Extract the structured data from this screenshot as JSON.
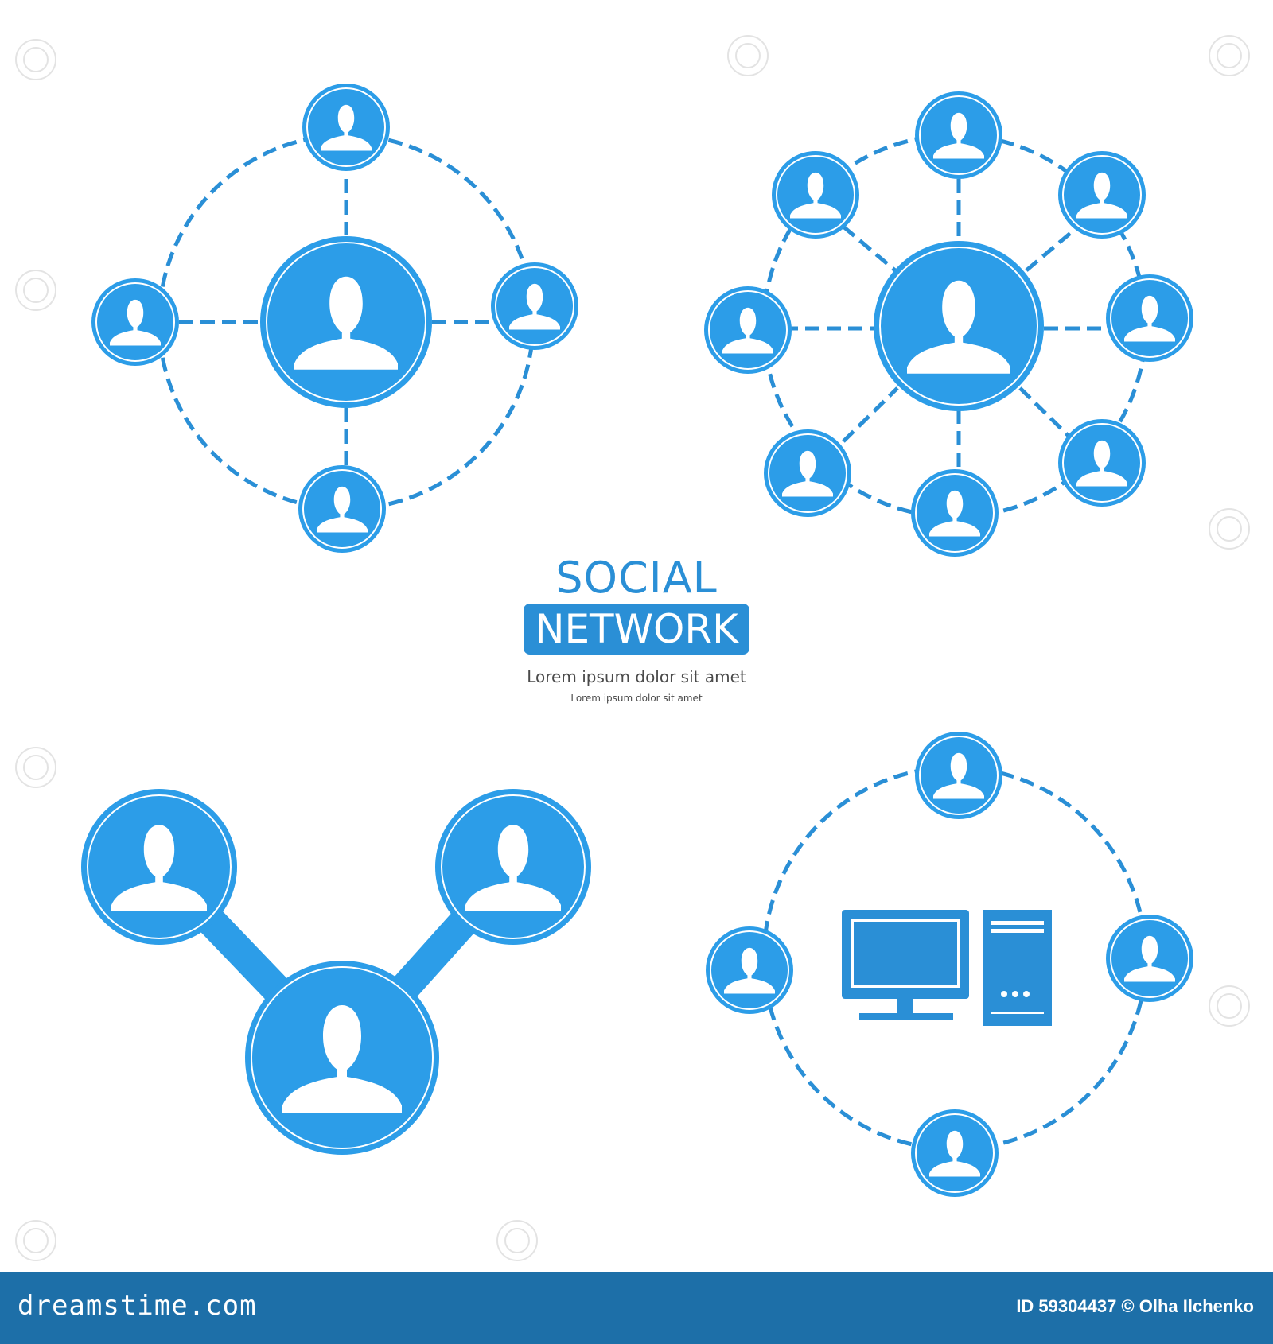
{
  "title": {
    "line1": "SOCIAL",
    "line2": "NETWORK",
    "subtitle": "Lorem ipsum dolor sit amet",
    "subtitle_small": "Lorem ipsum dolor sit amet"
  },
  "footer": {
    "logo": "dreamstime.com",
    "id_text": "ID 59304437 © Olha Ilchenko"
  },
  "colors": {
    "primary": "#2a8fd6",
    "node_fill": "#2c9de8",
    "footer_bg": "#1d6fa8"
  }
}
